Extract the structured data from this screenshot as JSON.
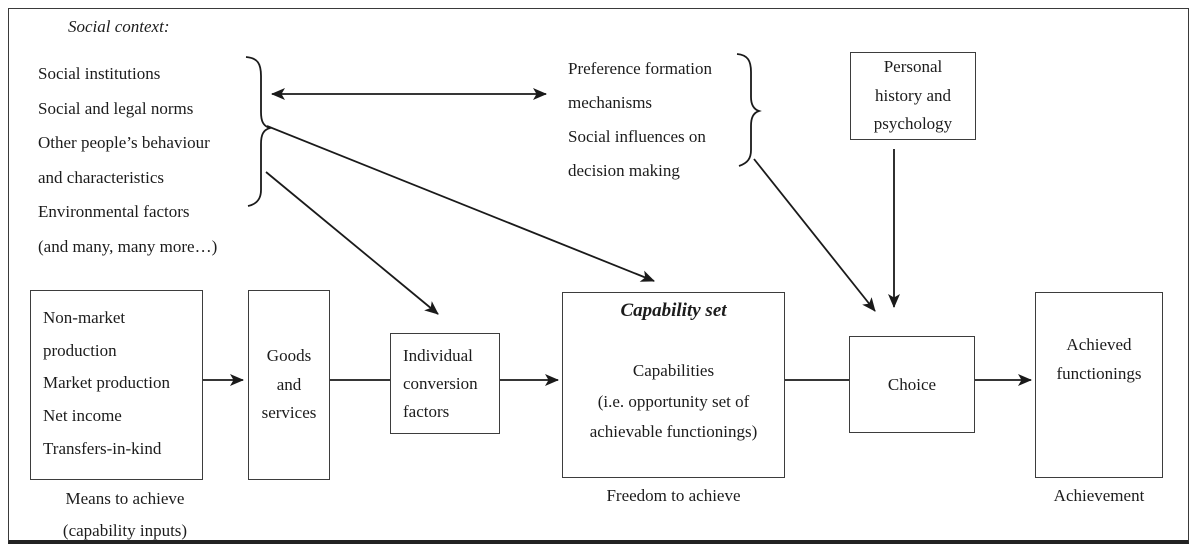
{
  "social_context": {
    "heading": "Social context:",
    "lines": [
      "Social institutions",
      "Social and legal norms",
      "Other people’s behaviour",
      "and characteristics",
      "Environmental factors",
      "(and many, many more…)"
    ]
  },
  "preference_block": {
    "lines": [
      "Preference formation",
      "mechanisms",
      "Social influences on",
      "decision making"
    ]
  },
  "personal_history_box": {
    "lines": [
      "Personal",
      "history and",
      "psychology"
    ]
  },
  "inputs_box": {
    "lines": [
      "Non-market",
      "production",
      "Market production",
      "Net income",
      "Transfers-in-kind"
    ]
  },
  "goods_box": {
    "lines": [
      "Goods",
      "and",
      "services"
    ]
  },
  "conversion_box": {
    "lines": [
      "Individual",
      "conversion",
      "factors"
    ]
  },
  "capability_box": {
    "title": "Capability set",
    "lines": [
      "Capabilities",
      "(i.e. opportunity set of",
      "achievable functionings)"
    ]
  },
  "choice_box": {
    "label": "Choice"
  },
  "achieved_box": {
    "lines": [
      "Achieved",
      "functionings"
    ]
  },
  "captions": {
    "means_line1": "Means to achieve",
    "means_line2": "(capability inputs)",
    "freedom": "Freedom to achieve",
    "achievement": "Achievement"
  },
  "colors": {
    "ink": "#1a1a1a",
    "box_border": "#3d3d3d",
    "background": "#ffffff"
  }
}
